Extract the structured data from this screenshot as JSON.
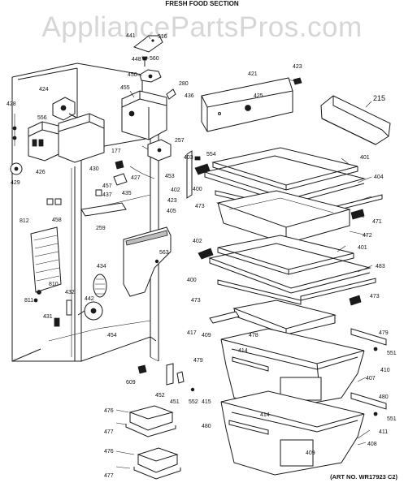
{
  "header": {
    "section_title": "FRESH FOOD SECTION"
  },
  "watermark": {
    "text": "AppliancePartsPros.com"
  },
  "footer": {
    "art_number": "(ART NO. WR17923 C2)"
  },
  "part_labels": [
    {
      "id": "p441",
      "text": "441"
    },
    {
      "id": "p516",
      "text": "516"
    },
    {
      "id": "p448",
      "text": "448"
    },
    {
      "id": "p560",
      "text": "560"
    },
    {
      "id": "p450",
      "text": "450"
    },
    {
      "id": "p455",
      "text": "455"
    },
    {
      "id": "p280",
      "text": "280"
    },
    {
      "id": "p436",
      "text": "436"
    },
    {
      "id": "p421",
      "text": "421"
    },
    {
      "id": "p423a",
      "text": "423"
    },
    {
      "id": "p425",
      "text": "425"
    },
    {
      "id": "p215",
      "text": "215"
    },
    {
      "id": "p424",
      "text": "424"
    },
    {
      "id": "p428",
      "text": "428"
    },
    {
      "id": "p556",
      "text": "556"
    },
    {
      "id": "p426",
      "text": "426"
    },
    {
      "id": "p429",
      "text": "429"
    },
    {
      "id": "p430",
      "text": "430"
    },
    {
      "id": "p177",
      "text": "177"
    },
    {
      "id": "p257",
      "text": "257"
    },
    {
      "id": "p403",
      "text": "403"
    },
    {
      "id": "p554",
      "text": "554"
    },
    {
      "id": "p401a",
      "text": "401"
    },
    {
      "id": "p404",
      "text": "404"
    },
    {
      "id": "p457",
      "text": "457"
    },
    {
      "id": "p437",
      "text": "437"
    },
    {
      "id": "p435",
      "text": "435"
    },
    {
      "id": "p427",
      "text": "427"
    },
    {
      "id": "p453",
      "text": "453"
    },
    {
      "id": "p402a",
      "text": "402"
    },
    {
      "id": "p423b",
      "text": "423"
    },
    {
      "id": "p400a",
      "text": "400"
    },
    {
      "id": "p473a",
      "text": "473"
    },
    {
      "id": "p471",
      "text": "471"
    },
    {
      "id": "p472",
      "text": "472"
    },
    {
      "id": "p812",
      "text": "812"
    },
    {
      "id": "p458",
      "text": "458"
    },
    {
      "id": "p259",
      "text": "259"
    },
    {
      "id": "p405",
      "text": "405"
    },
    {
      "id": "p402b",
      "text": "402"
    },
    {
      "id": "p401b",
      "text": "401"
    },
    {
      "id": "p483",
      "text": "483"
    },
    {
      "id": "p563",
      "text": "563"
    },
    {
      "id": "p434",
      "text": "434"
    },
    {
      "id": "p810",
      "text": "810"
    },
    {
      "id": "p432",
      "text": "432"
    },
    {
      "id": "p442",
      "text": "442"
    },
    {
      "id": "p811",
      "text": "811"
    },
    {
      "id": "p431",
      "text": "431"
    },
    {
      "id": "p400b",
      "text": "400"
    },
    {
      "id": "p473b",
      "text": "473"
    },
    {
      "id": "p473c",
      "text": "473"
    },
    {
      "id": "p417",
      "text": "417"
    },
    {
      "id": "p409a",
      "text": "409"
    },
    {
      "id": "p478",
      "text": "478"
    },
    {
      "id": "p479a",
      "text": "479"
    },
    {
      "id": "p414a",
      "text": "414"
    },
    {
      "id": "p454",
      "text": "454"
    },
    {
      "id": "p479b",
      "text": "479"
    },
    {
      "id": "p551a",
      "text": "551"
    },
    {
      "id": "p410",
      "text": "410"
    },
    {
      "id": "p609",
      "text": "609"
    },
    {
      "id": "p407",
      "text": "407"
    },
    {
      "id": "p452",
      "text": "452"
    },
    {
      "id": "p451",
      "text": "451"
    },
    {
      "id": "p552",
      "text": "552"
    },
    {
      "id": "p415",
      "text": "415"
    },
    {
      "id": "p480a",
      "text": "480"
    },
    {
      "id": "p476a",
      "text": "476"
    },
    {
      "id": "p414b",
      "text": "414"
    },
    {
      "id": "p551b",
      "text": "551"
    },
    {
      "id": "p477a",
      "text": "477"
    },
    {
      "id": "p480b",
      "text": "480"
    },
    {
      "id": "p411",
      "text": "411"
    },
    {
      "id": "p408",
      "text": "408"
    },
    {
      "id": "p476b",
      "text": "476"
    },
    {
      "id": "p409b",
      "text": "409"
    },
    {
      "id": "p477b",
      "text": "477"
    }
  ]
}
